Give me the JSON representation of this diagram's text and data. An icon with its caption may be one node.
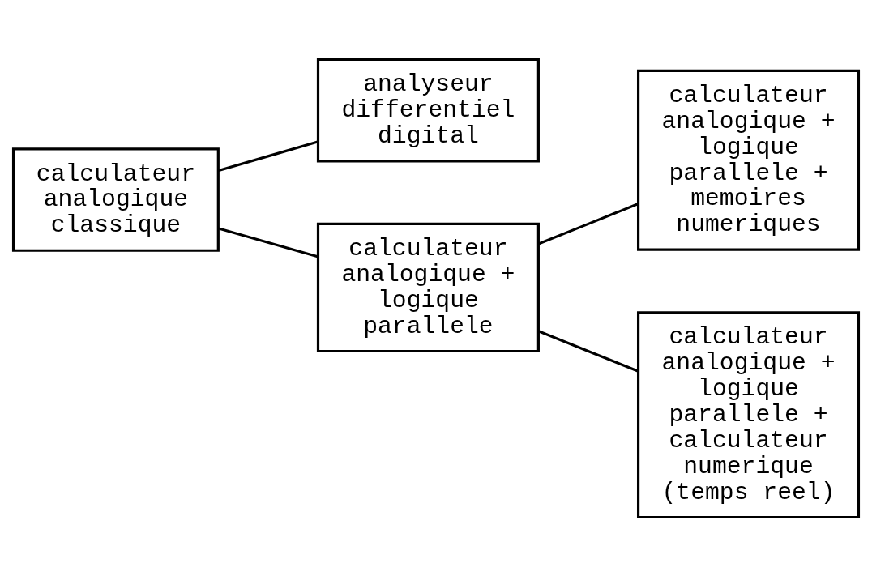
{
  "diagram": {
    "nodes": [
      {
        "text": [
          "calculateur analogique classique"
        ]
      },
      {
        "text": [
          "analyseur differentiel digital"
        ]
      },
      {
        "text": [
          "calculateur analogique + logique parallele"
        ]
      },
      {
        "text": [
          "calculateur analogique + logique parallele + memoires numeriques"
        ]
      },
      {
        "text": [
          "calculateur analogique + logique parallele + calculateur numerique (temps reel)"
        ]
      }
    ],
    "edges": [
      {
        "from": 0,
        "to": 1,
        "arrow": "none"
      },
      {
        "from": 0,
        "to": 2,
        "arrow": "none"
      },
      {
        "from": 2,
        "to": 3,
        "arrow": "none"
      },
      {
        "from": 2,
        "to": 4,
        "arrow": "none"
      }
    ]
  }
}
